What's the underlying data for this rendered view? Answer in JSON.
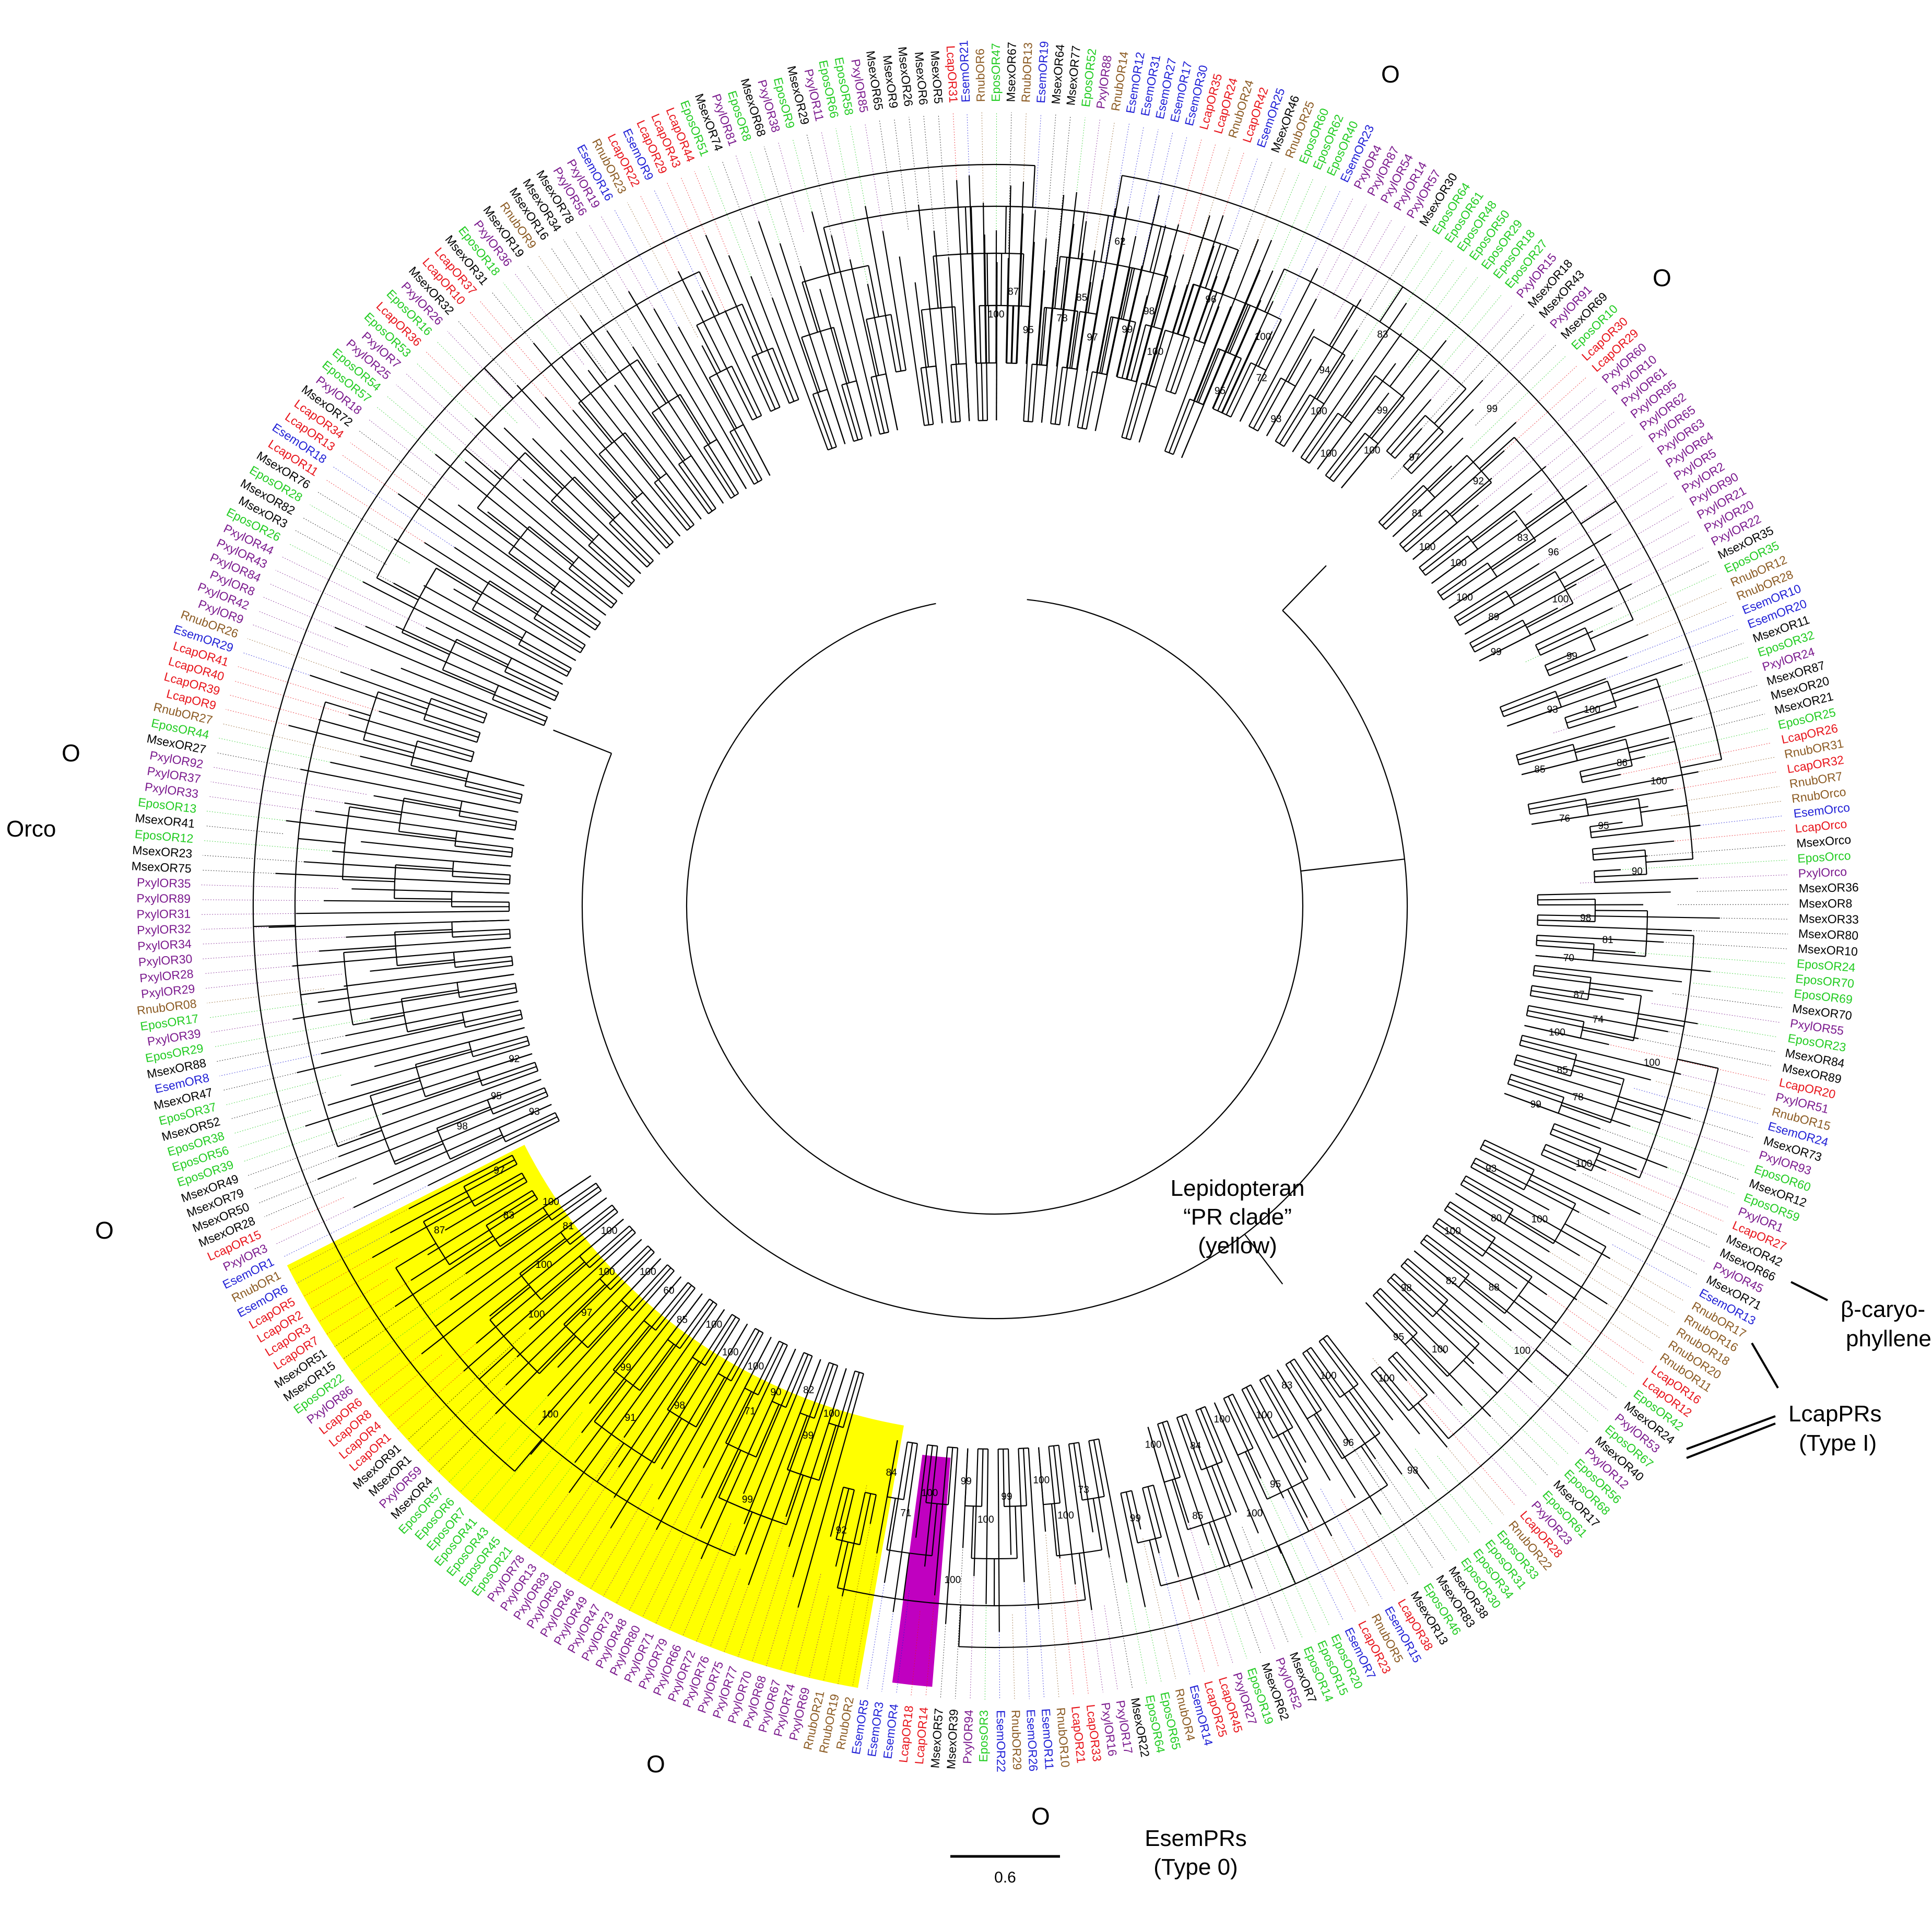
{
  "colors": {
    "Msex": "#000000",
    "Lcap": "#e8141b",
    "Esem": "#1f1fd6",
    "Epos": "#22cc22",
    "Pxyl": "#7b1a8e",
    "Rnub": "#8b5a22",
    "pr_clade_fill": "#ffff00",
    "esempr_fill": "#c000c0"
  },
  "leaves": [
    "EsemOR21",
    "RnubOR6",
    "EposOR47",
    "MsexOR67",
    "RnubOR13",
    "EsemOR19",
    "MsexOR64",
    "MsexOR77",
    "EposOR52",
    "PxylOR88",
    "RnubOR14",
    "EsemOR12",
    "EsemOR31",
    "EsemOR27",
    "EsemOR17",
    "EsemOR30",
    "LcapOR35",
    "LcapOR24",
    "RnubOR24",
    "LcapOR42",
    "EsemOR25",
    "MsexOR46",
    "RnubOR25",
    "EposOR60",
    "EposOR62",
    "EposOR40",
    "EsemOR23",
    "PxylOR4",
    "PxylOR87",
    "PxylOR54",
    "PxylOR14",
    "PxylOR57",
    "MsexOR30",
    "EposOR64",
    "EposOR61",
    "EposOR48",
    "EposOR50",
    "EposOR29",
    "EposOR18",
    "EposOR27",
    "PxylOR15",
    "MsexOR18",
    "MsexOR43",
    "PxylOR91",
    "MsexOR69",
    "EposOR10",
    "LcapOR30",
    "LcapOR29",
    "PxylOR60",
    "PxylOR10",
    "PxylOR61",
    "PxylOR95",
    "PxylOR62",
    "PxylOR65",
    "PxylOR63",
    "PxylOR64",
    "PxylOR5",
    "PxylOR2",
    "PxylOR90",
    "PxylOR21",
    "PxylOR20",
    "PxylOR22",
    "MsexOR35",
    "EposOR35",
    "RnubOR12",
    "RnubOR28",
    "EsemOR10",
    "EsemOR20",
    "MsexOR11",
    "EposOR32",
    "PxylOR24",
    "MsexOR87",
    "MsexOR20",
    "MsexOR21",
    "EposOR25",
    "LcapOR26",
    "RnubOR31",
    "LcapOR32",
    "RnubOR7",
    "RnubOrco",
    "EsemOrco",
    "LcapOrco",
    "MsexOrco",
    "EposOrco",
    "PxylOrco",
    "MsexOR36",
    "MsexOR8",
    "MsexOR33",
    "MsexOR80",
    "MsexOR10",
    "EposOR24",
    "EposOR70",
    "EposOR69",
    "MsexOR70",
    "PxylOR55",
    "EposOR23",
    "MsexOR84",
    "MsexOR89",
    "LcapOR20",
    "PxylOR51",
    "RnubOR15",
    "EsemOR24",
    "MsexOR73",
    "PxylOR93",
    "EposOR60",
    "MsexOR12",
    "EposOR59",
    "PxylOR1",
    "LcapOR27",
    "MsexOR42",
    "MsexOR66",
    "PxylOR45",
    "MsexOR71",
    "EsemOR13",
    "RnubOR17",
    "RnubOR16",
    "RnubOR18",
    "RnubOR20",
    "RnubOR11",
    "LcapOR16",
    "LcapOR12",
    "EposOR42",
    "MsexOR24",
    "PxylOR53",
    "EposOR67",
    "MsexOR40",
    "PxylOR12",
    "EposOR56",
    "EposOR68",
    "MsexOR17",
    "EposOR61",
    "PxylOR23",
    "LcapOR28",
    "RnubOR22",
    "EposOR33",
    "EposOR31",
    "EposOR34",
    "EposOR30",
    "MsexOR38",
    "MsexOR83",
    "EposOR46",
    "MsexOR13",
    "LcapOR38",
    "EsemOR15",
    "RnubOR5",
    "LcapOR23",
    "EsemOR7",
    "EposOR20",
    "EposOR15",
    "EposOR14",
    "MsexOR7",
    "PxylOR52",
    "MsexOR62",
    "EposOR19",
    "PxylOR27",
    "LcapOR45",
    "LcapOR25",
    "EsemOR14",
    "RnubOR4",
    "EposOR65",
    "EposOR64",
    "MsexOR22",
    "PxylOR17",
    "PxylOR16",
    "LcapOR33",
    "LcapOR21",
    "RnubOR10",
    "EsemOR11",
    "EsemOR26",
    "RnubOR29",
    "EsemOR22",
    "EposOR3",
    "PxylOR94",
    "MsexOR39",
    "MsexOR57",
    "LcapOR14",
    "LcapOR18",
    "EsemOR4",
    "EsemOR3",
    "EsemOR5",
    "RnubOR2",
    "RnubOR19",
    "RnubOR21",
    "PxylOR69",
    "PxylOR74",
    "PxylOR67",
    "PxylOR68",
    "PxylOR70",
    "PxylOR77",
    "PxylOR75",
    "PxylOR76",
    "PxylOR72",
    "PxylOR66",
    "PxylOR79",
    "PxylOR71",
    "PxylOR80",
    "PxylOR48",
    "PxylOR73",
    "PxylOR47",
    "PxylOR49",
    "PxylOR46",
    "PxylOR50",
    "PxylOR83",
    "PxylOR13",
    "PxylOR78",
    "EposOR21",
    "EposOR45",
    "EposOR43",
    "EposOR41",
    "EposOR7",
    "EposOR6",
    "EposOR57",
    "MsexOR4",
    "PxylOR59",
    "MsexOR1",
    "MsexOR91",
    "LcapOR1",
    "LcapOR4",
    "LcapOR8",
    "LcapOR6",
    "PxylOR86",
    "EposOR22",
    "MsexOR15",
    "MsexOR51",
    "LcapOR7",
    "LcapOR3",
    "LcapOR2",
    "LcapOR5",
    "EsemOR6",
    "RnubOR1",
    "EsemOR1",
    "PxylOR3",
    "LcapOR15",
    "MsexOR28",
    "MsexOR50",
    "MsexOR79",
    "MsexOR49",
    "EposOR39",
    "EposOR56",
    "EposOR38",
    "MsexOR52",
    "EposOR37",
    "MsexOR47",
    "EsemOR8",
    "MsexOR88",
    "EposOR29",
    "PxylOR39",
    "EposOR17",
    "RnubOR08",
    "PxylOR29",
    "PxylOR28",
    "PxylOR30",
    "PxylOR34",
    "PxylOR32",
    "PxylOR31",
    "PxylOR89",
    "PxylOR35",
    "MsexOR75",
    "MsexOR23",
    "EposOR12",
    "MsexOR41",
    "EposOR13",
    "PxylOR33",
    "PxylOR37",
    "PxylOR92",
    "MsexOR27",
    "EposOR44",
    "RnubOR27",
    "LcapOR9",
    "LcapOR39",
    "LcapOR40",
    "LcapOR41",
    "EsemOR29",
    "RnubOR26",
    "PxylOR9",
    "PxylOR42",
    "PxylOR8",
    "PxylOR84",
    "PxylOR43",
    "PxylOR44",
    "EposOR26",
    "MsexOR3",
    "MsexOR82",
    "EposOR28",
    "MsexOR76",
    "LcapOR11",
    "EsemOR18",
    "LcapOR13",
    "LcapOR34",
    "MsexOR72",
    "PxylOR18",
    "EposOR57",
    "EposOR54",
    "PxylOR25",
    "PxylOR7",
    "EposOR53",
    "LcapOR36",
    "EposOR16",
    "PxylOR26",
    "MsexOR32",
    "LcapOR10",
    "LcapOR37",
    "MsexOR31",
    "EposOR18",
    "PxylOR36",
    "MsexOR19",
    "RnubOR9",
    "MsexOR16",
    "MsexOR34",
    "MsexOR78",
    "PxylOR56",
    "PxylOR19",
    "EsemOR16",
    "RnubOR23",
    "LcapOR22",
    "EsemOR9",
    "LcapOR29",
    "LcapOR43",
    "LcapOR44",
    "EposOR51",
    "MsexOR74",
    "PxylOR81",
    "EposOR8",
    "MsexOR68",
    "PxylOR38",
    "EposOR9",
    "MsexOR29",
    "PxylOR11",
    "EposOR66",
    "EposOR58",
    "PxylOR85",
    "MsexOR65",
    "MsexOR9",
    "MsexOR26",
    "MsexOR6",
    "MsexOR5",
    "LcapOR31"
  ],
  "bootstraps": [
    "100",
    "95",
    "87",
    "78",
    "97",
    "85",
    "99",
    "100",
    "98",
    "96",
    "62",
    "95",
    "72",
    "100",
    "93",
    "100",
    "94",
    "100",
    "100",
    "99",
    "97",
    "83",
    "81",
    "100",
    "92",
    "100",
    "100",
    "83",
    "89",
    "99",
    "100",
    "99",
    "96",
    "93",
    "100",
    "85",
    "86",
    "76",
    "95",
    "90",
    "100",
    "99",
    "98",
    "70",
    "81",
    "87",
    "100",
    "74",
    "85",
    "99",
    "78",
    "100",
    "100",
    "93",
    "80",
    "100",
    "100",
    "82",
    "88",
    "98",
    "95",
    "100",
    "100",
    "100",
    "100",
    "83",
    "96",
    "100",
    "100",
    "95",
    "84",
    "100",
    "85",
    "99",
    "100",
    "73",
    "100",
    "100",
    "99",
    "99",
    "100",
    "100",
    "84",
    "71",
    "92",
    "100",
    "98",
    "100",
    "82",
    "99",
    "90",
    "100",
    "71",
    "99",
    "100",
    "100",
    "98",
    "85",
    "60",
    "99",
    "91",
    "100",
    "100",
    "97",
    "100",
    "81",
    "100",
    "100",
    "100",
    "83",
    "97",
    "87",
    "100",
    "93",
    "95",
    "98",
    "92"
  ],
  "labels": {
    "orco": "Orco",
    "pr_clade_line1": "Lepidopteran",
    "pr_clade_line2": "“PR clade”",
    "pr_clade_line3": "(yellow)",
    "beta_line1": "β-caryo-",
    "beta_line2": "phyllene",
    "lcap_line1": "LcapPRs",
    "lcap_line2": "(Type I)",
    "esem_line1": "EsemPRs",
    "esem_line2": "(Type 0)",
    "o_mark": "O"
  },
  "scale": {
    "label": "0.6"
  }
}
